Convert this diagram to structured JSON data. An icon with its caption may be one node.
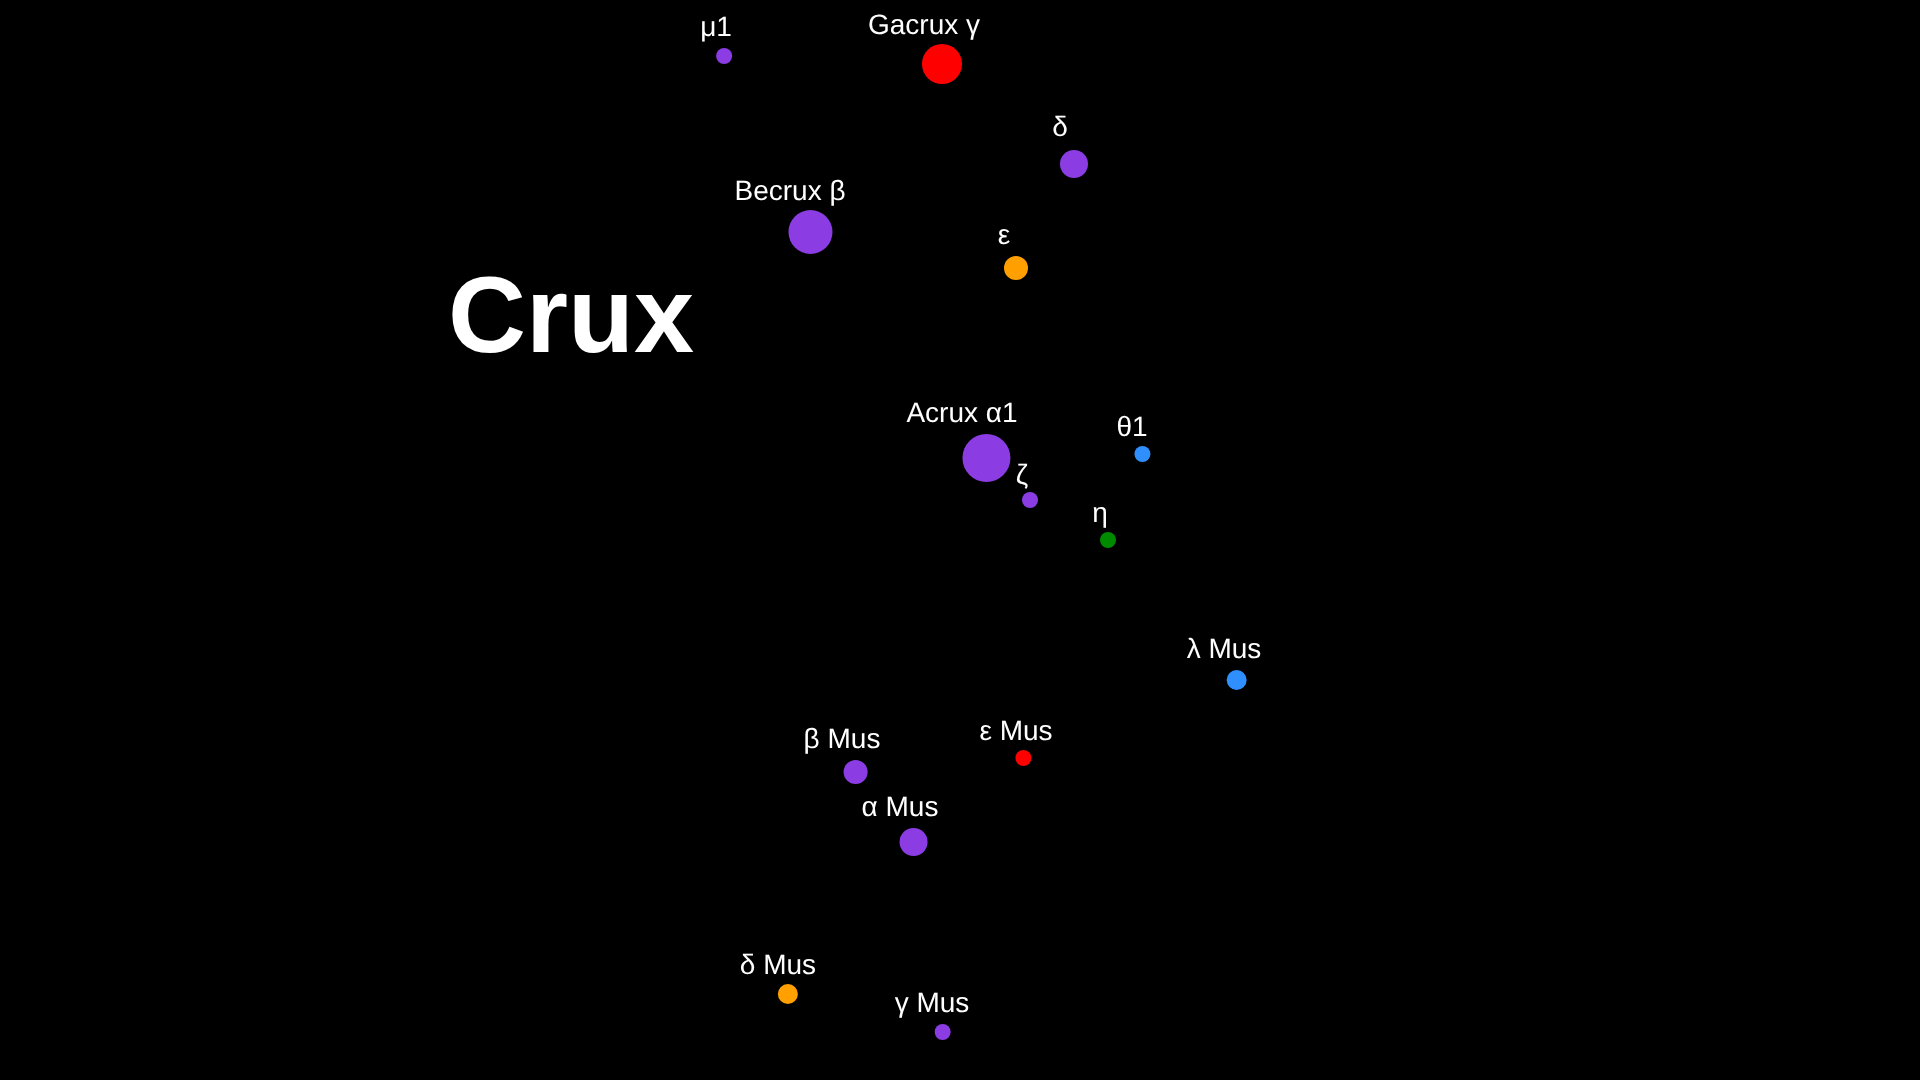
{
  "diagram": {
    "title": "Crux",
    "nodes": [
      {
        "text": [
          "μ1"
        ]
      },
      {
        "text": [
          "Gacrux γ"
        ]
      },
      {
        "text": [
          "δ"
        ]
      },
      {
        "text": [
          "Becrux β"
        ]
      },
      {
        "text": [
          "ε"
        ]
      },
      {
        "text": [
          "Acrux α1"
        ]
      },
      {
        "text": [
          "θ1"
        ]
      },
      {
        "text": [
          "ζ"
        ]
      },
      {
        "text": [
          "η"
        ]
      },
      {
        "text": [
          "λ Mus"
        ]
      },
      {
        "text": [
          "ε Mus"
        ]
      },
      {
        "text": [
          "β Mus"
        ]
      },
      {
        "text": [
          "α Mus"
        ]
      },
      {
        "text": [
          "δ Mus"
        ]
      },
      {
        "text": [
          "γ Mus"
        ]
      }
    ]
  }
}
